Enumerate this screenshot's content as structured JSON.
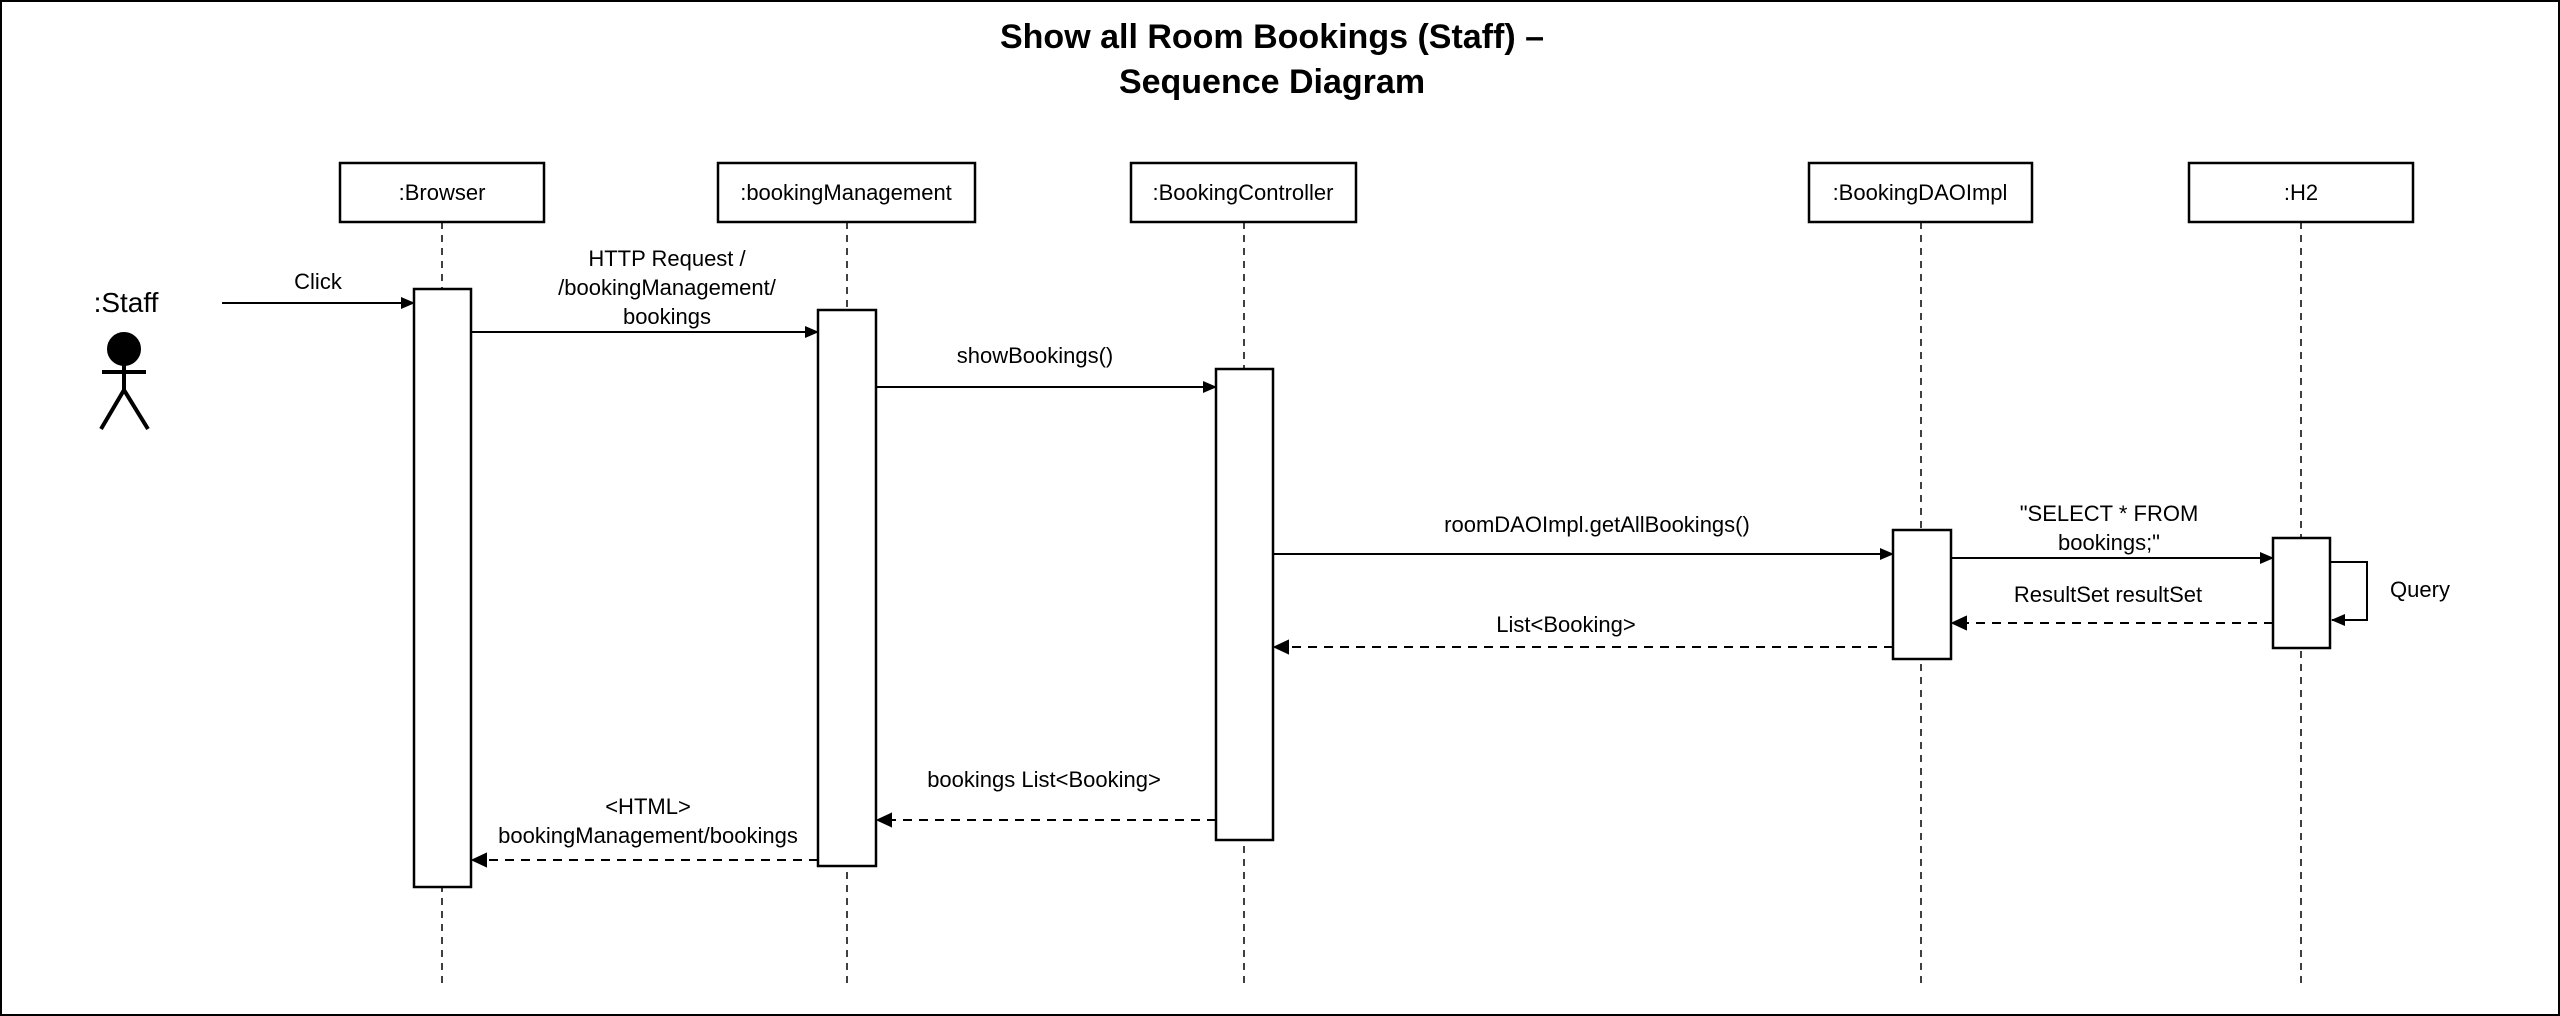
{
  "title": {
    "line1": "Show all Room Bookings (Staff) –",
    "line2": "Sequence Diagram"
  },
  "actor": {
    "label": ":Staff"
  },
  "lifelines": [
    {
      "label": ":Browser"
    },
    {
      "label": ":bookingManagement"
    },
    {
      "label": ":BookingController"
    },
    {
      "label": ":BookingDAOImpl"
    },
    {
      "label": ":H2"
    }
  ],
  "messages": {
    "click": "Click",
    "http_request": [
      "HTTP Request /",
      "/bookingManagement/",
      "bookings"
    ],
    "show_bookings": "showBookings()",
    "get_all_bookings": "roomDAOImpl.getAllBookings()",
    "select": [
      "\"SELECT * FROM",
      "bookings;\""
    ],
    "query": "Query",
    "result_set": "ResultSet resultSet",
    "list_booking": "List<Booking>",
    "bookings_list": "bookings List<Booking>",
    "html_response": [
      "<HTML>",
      "bookingManagement/bookings"
    ]
  }
}
